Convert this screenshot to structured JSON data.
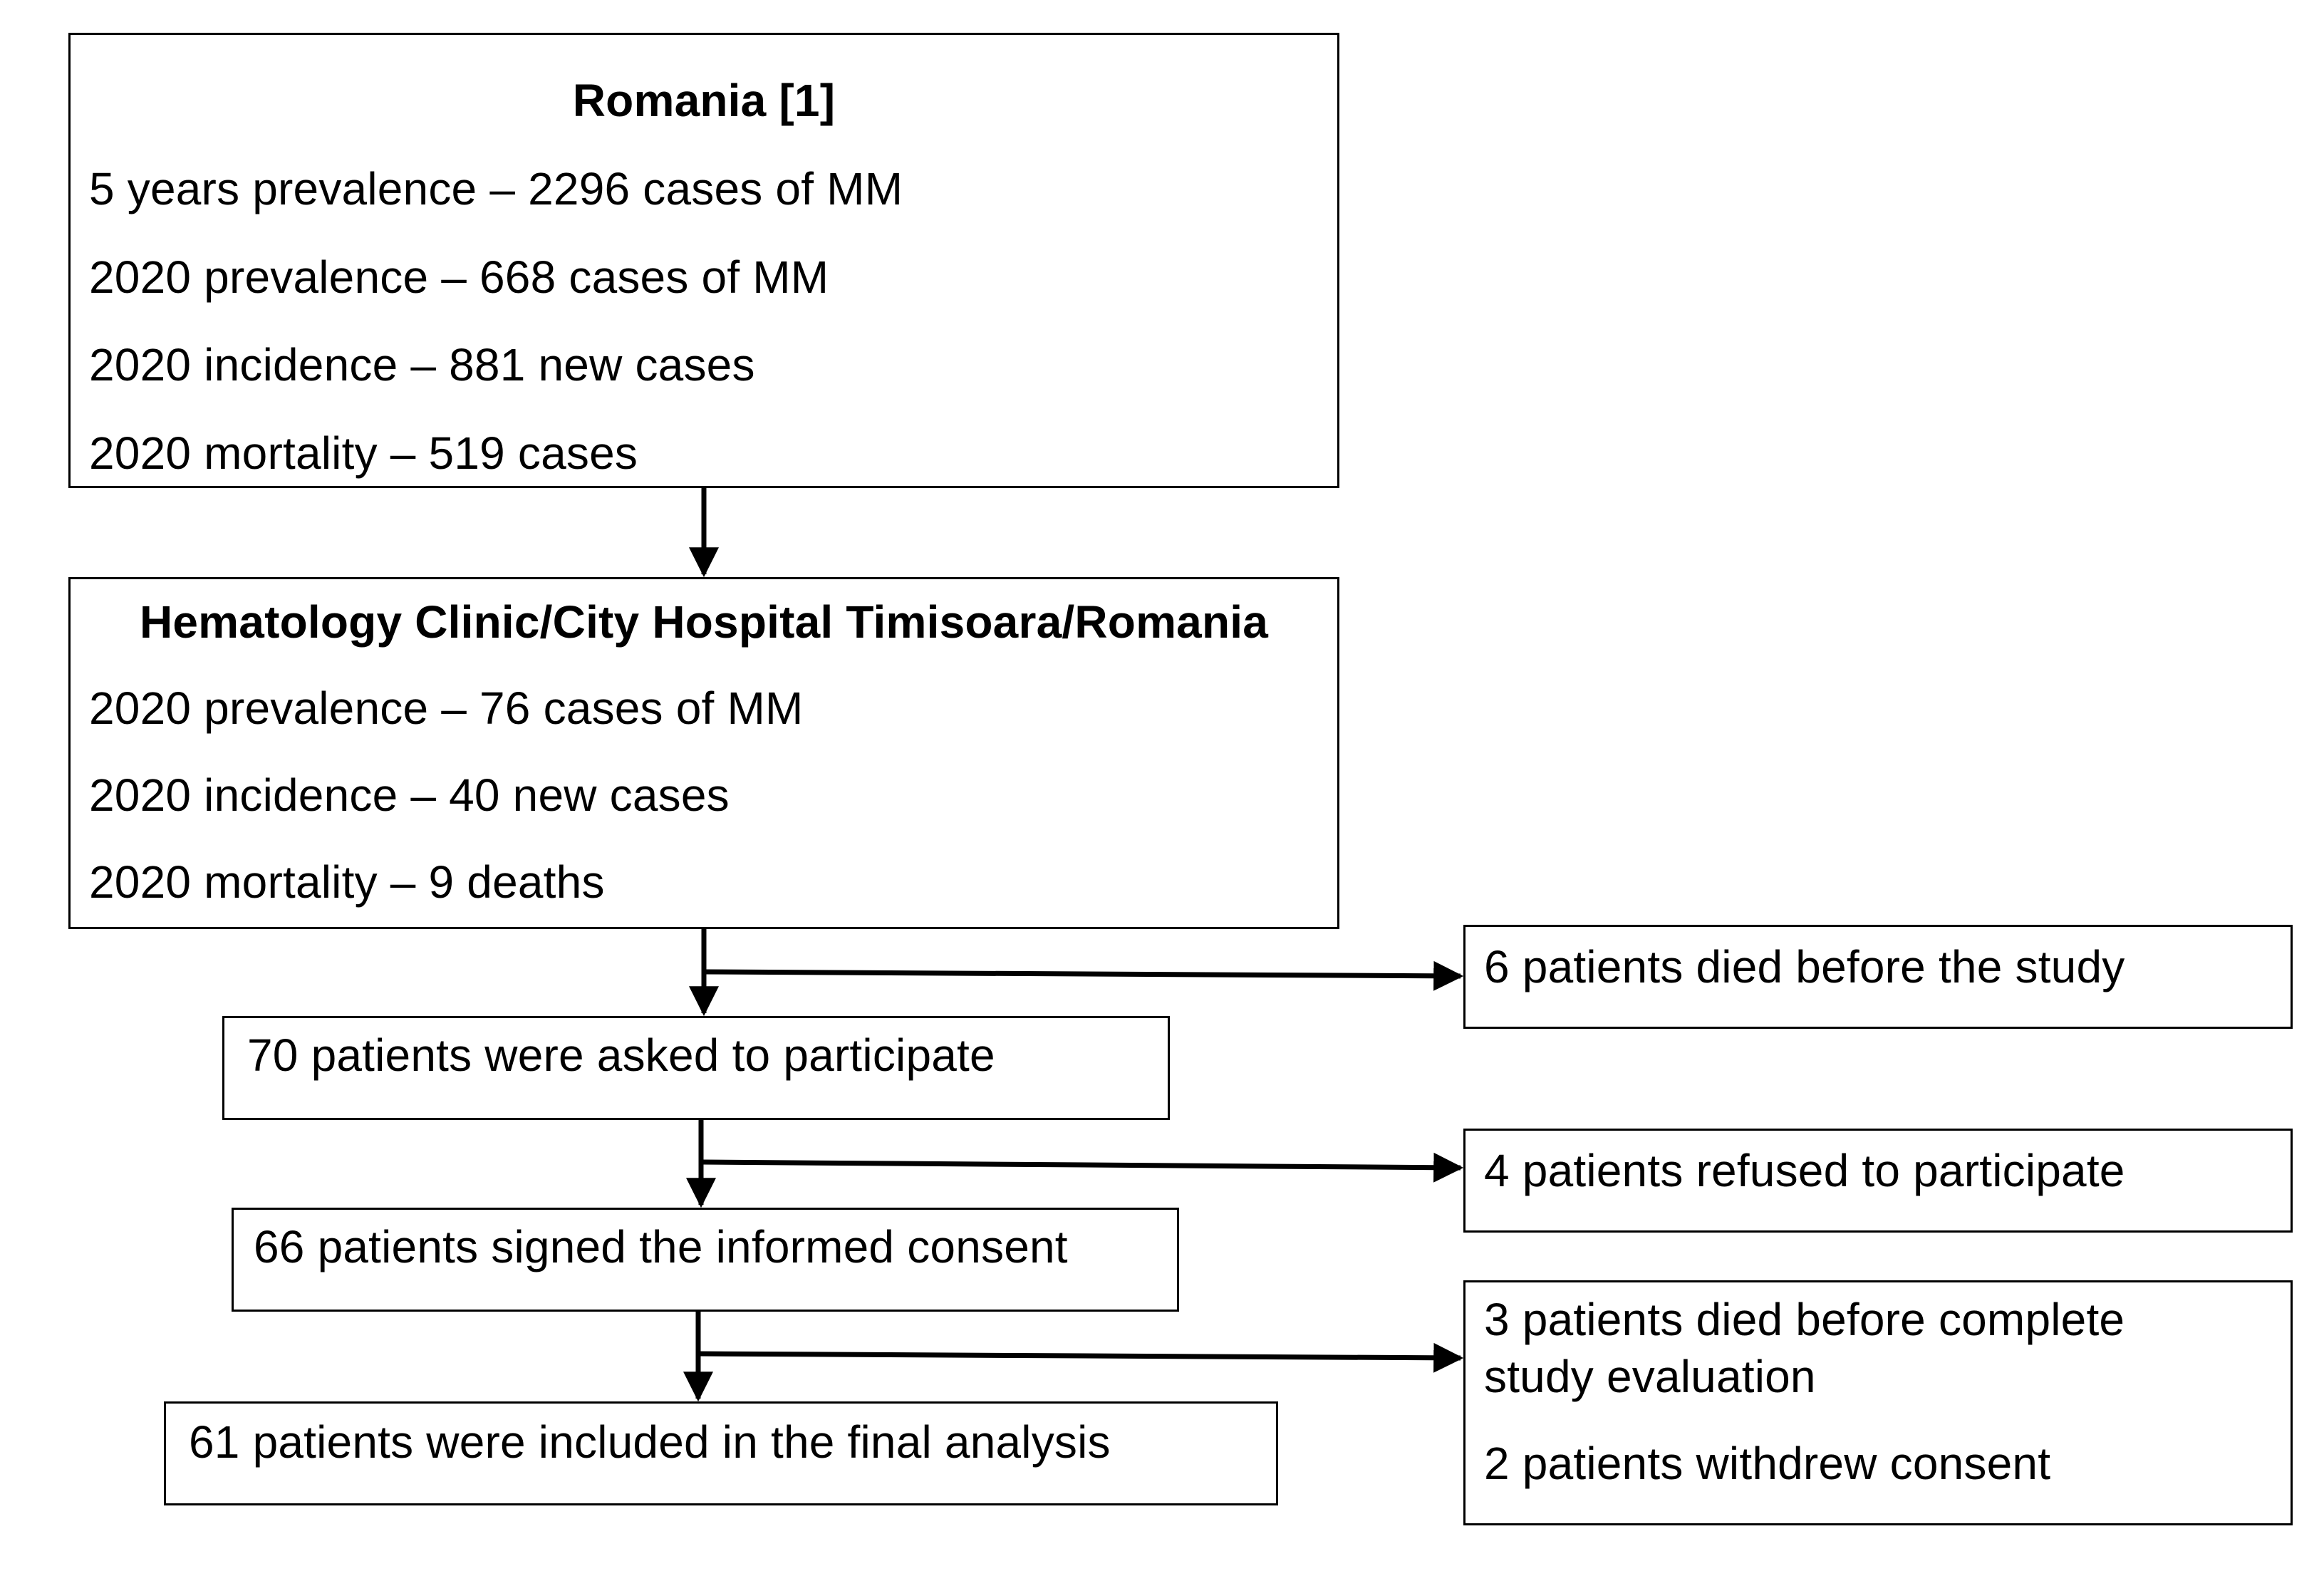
{
  "box_romania": {
    "title": "Romania [1]",
    "lines": [
      "5 years prevalence – 2296 cases of MM",
      "2020 prevalence – 668 cases of MM",
      "2020 incidence – 881 new cases",
      "2020 mortality – 519 cases"
    ]
  },
  "box_clinic": {
    "title": "Hematology Clinic/City Hospital Timisoara/Romania",
    "lines": [
      "2020 prevalence – 76 cases of MM",
      "2020 incidence – 40 new cases",
      "2020 mortality – 9 deaths"
    ]
  },
  "box_asked": {
    "text": "70 patients were asked to participate"
  },
  "box_signed": {
    "text": "66 patients signed the informed consent"
  },
  "box_final": {
    "text": "61 patients were included in the final analysis"
  },
  "box_died_before": {
    "text": "6 patients died before the study"
  },
  "box_refused": {
    "text": "4 patients refused to participate"
  },
  "box_excluded": {
    "lines": [
      "3 patients died before complete",
      "study evaluation",
      "2 patients withdrew consent"
    ]
  }
}
